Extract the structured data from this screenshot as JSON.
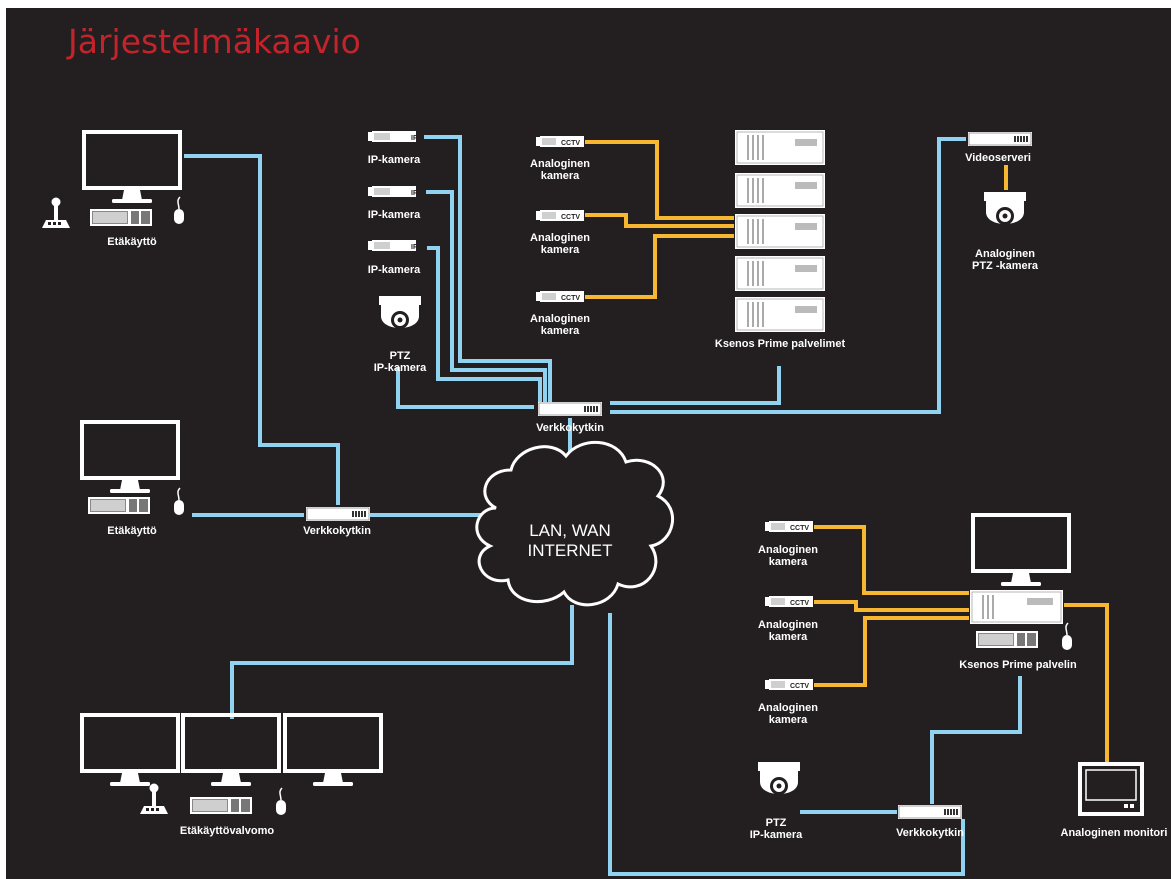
{
  "title": "Järjestelmäkaavio",
  "colors": {
    "background": "#231f20",
    "title": "#c3232a",
    "network_line": "#8fd3f0",
    "analog_line": "#f7b733",
    "device": "#ffffff"
  },
  "labels": {
    "remote_1": "Etäkäyttö",
    "remote_2": "Etäkäyttö",
    "control_room": "Etäkäyttövalvomo",
    "switch_left": "Verkkokytkin",
    "switch_top": "Verkkokytkin",
    "switch_bottom": "Verkkokytkin",
    "ip_cam_1": "IP-kamera",
    "ip_cam_2": "IP-kamera",
    "ip_cam_3": "IP-kamera",
    "ptz_ip_top_1": "PTZ",
    "ptz_ip_top_2": "IP-kamera",
    "analog_top_1a": "Analoginen",
    "analog_top_1b": "kamera",
    "analog_top_2a": "Analoginen",
    "analog_top_2b": "kamera",
    "analog_top_3a": "Analoginen",
    "analog_top_3b": "kamera",
    "servers": "Ksenos Prime palvelimet",
    "videoserver": "Videoserveri",
    "ptz_analog_1": "Analoginen",
    "ptz_analog_2": "PTZ -kamera",
    "cloud_1": "LAN, WAN",
    "cloud_2": "INTERNET",
    "analog_br_1a": "Analoginen",
    "analog_br_1b": "kamera",
    "analog_br_2a": "Analoginen",
    "analog_br_2b": "kamera",
    "analog_br_3a": "Analoginen",
    "analog_br_3b": "kamera",
    "server_single": "Ksenos Prime palvelin",
    "ptz_ip_bottom_1": "PTZ",
    "ptz_ip_bottom_2": "IP-kamera",
    "analog_monitor": "Analoginen monitori",
    "cctv_tag": "CCTV",
    "ip_tag": "IP"
  }
}
